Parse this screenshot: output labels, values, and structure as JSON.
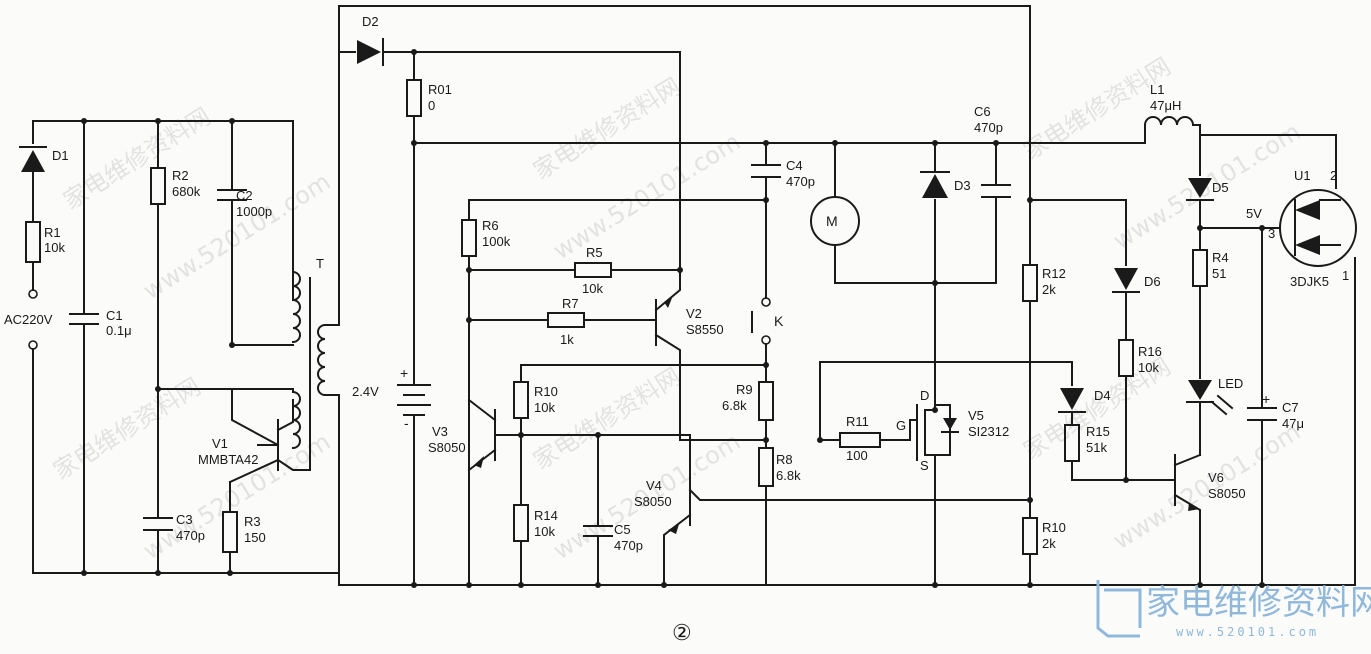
{
  "figure_number": "②",
  "watermarks": [
    "家电维修资料网",
    "www.520101.com"
  ],
  "logo": {
    "text": "家电维修资料网",
    "url": "www.520101.com",
    "color": "#8fb8da"
  },
  "labels": {
    "D1": "D1",
    "R1": "R1",
    "R1v": "10k",
    "ac": "AC220V",
    "C1": "C1",
    "C1v": "0.1μ",
    "R2": "R2",
    "R2v": "680k",
    "C2": "C2",
    "C2v": "1000p",
    "T": "T",
    "V1": "V1",
    "V1v": "MMBTA42",
    "C3": "C3",
    "C3v": "470p",
    "R3": "R3",
    "R3v": "150",
    "D2": "D2",
    "R01": "R01",
    "R01v": "0",
    "bat": "2.4V",
    "plus": "+",
    "minus": "-",
    "R6": "R6",
    "R6v": "100k",
    "R5": "R5",
    "R5v": "10k",
    "R7": "R7",
    "R7v": "1k",
    "V2": "V2",
    "V2v": "S8550",
    "C4": "C4",
    "C4v": "470p",
    "K": "K",
    "V3": "V3",
    "V3v": "S8050",
    "R10a": "R10",
    "R10av": "10k",
    "R14": "R14",
    "R14v": "10k",
    "C5": "C5",
    "C5v": "470p",
    "V4": "V4",
    "V4v": "S8050",
    "R9": "R9",
    "R9v": "6.8k",
    "R8": "R8",
    "R8v": "6.8k",
    "R11": "R11",
    "R11v": "100",
    "M": "M",
    "D3": "D3",
    "C6": "C6",
    "C6v": "470p",
    "G": "G",
    "D": "D",
    "S": "S",
    "V5": "V5",
    "V5v": "SI2312",
    "R12": "R12",
    "R12v": "2k",
    "R10b": "R10",
    "R10bv": "2k",
    "L1": "L1",
    "L1v": "47μH",
    "D5": "D5",
    "D6": "D6",
    "R4": "R4",
    "R4v": "51",
    "R16": "R16",
    "R16v": "10k",
    "D4": "D4",
    "R15": "R15",
    "R15v": "51k",
    "LED": "LED",
    "C7": "C7",
    "C7v": "47μ",
    "V6": "V6",
    "V6v": "S8050",
    "U1": "U1",
    "U1v": "3DJK5",
    "v5": "5V",
    "p1": "1",
    "p2": "2",
    "p3": "3"
  }
}
